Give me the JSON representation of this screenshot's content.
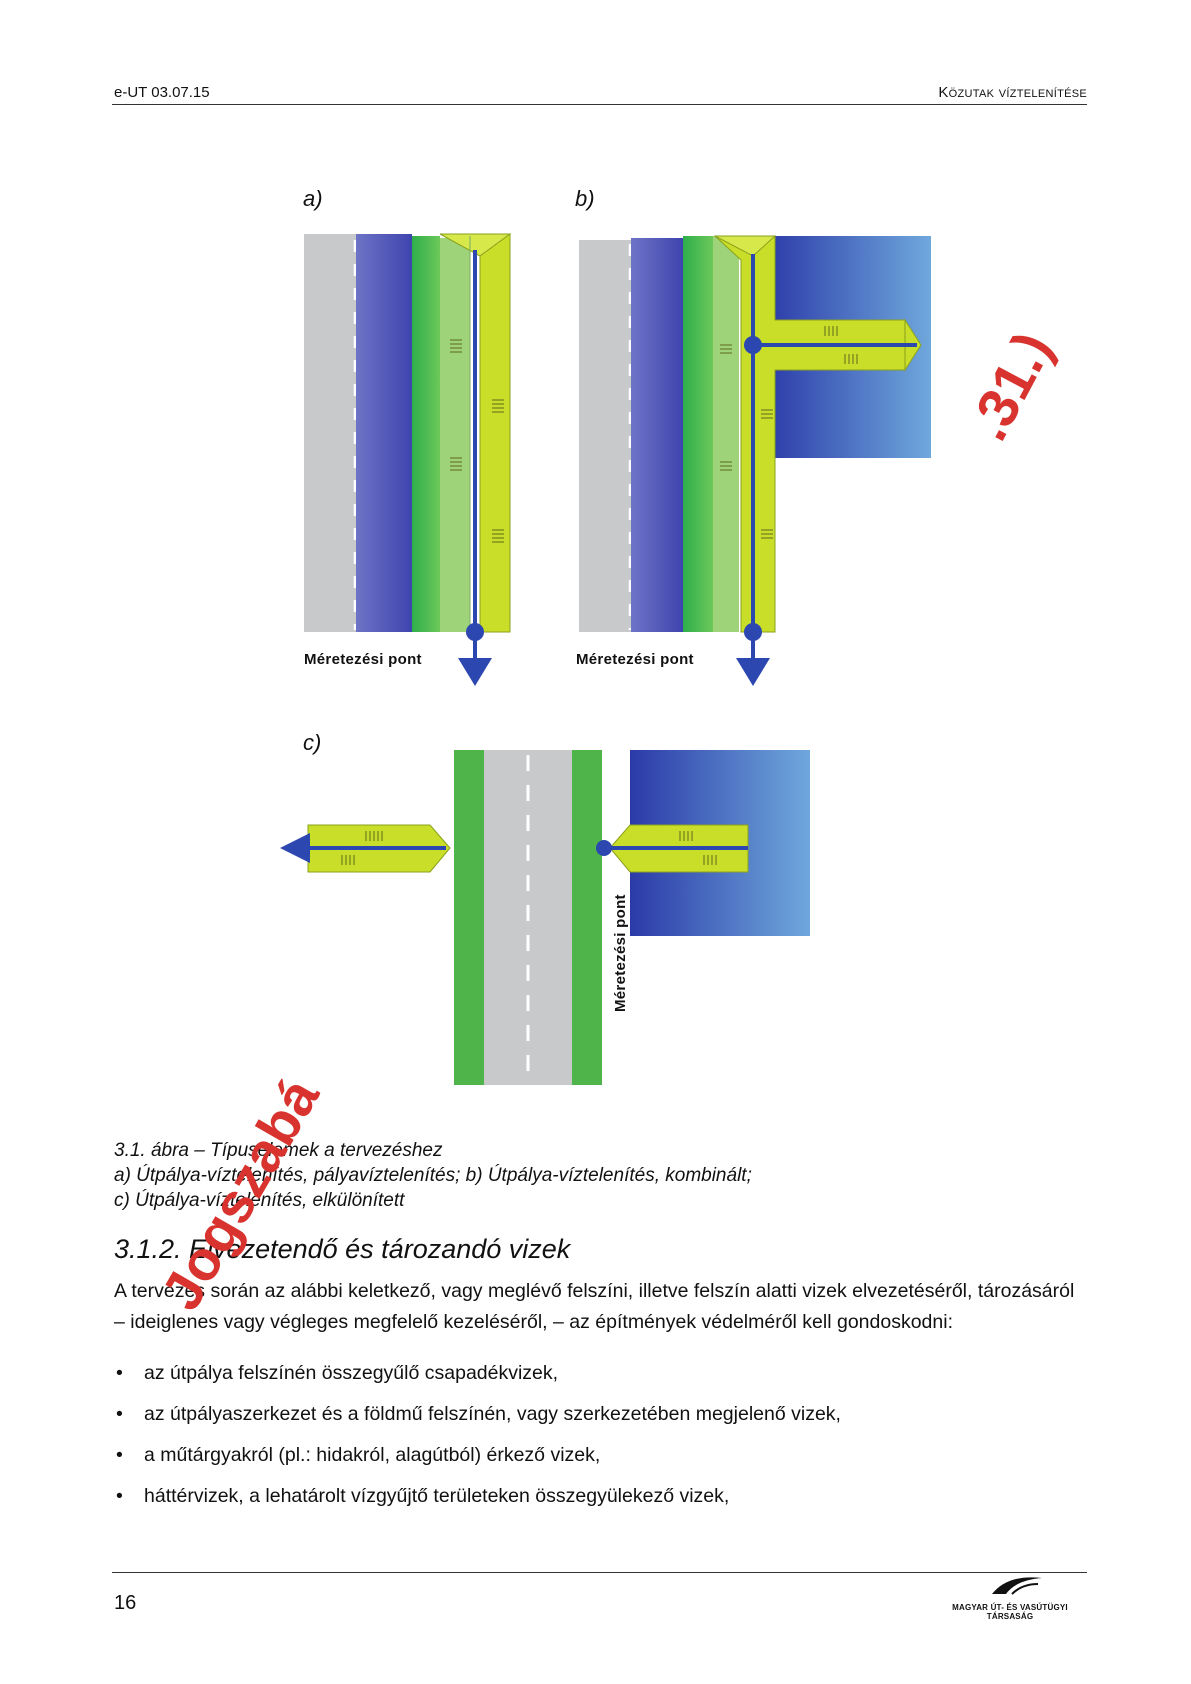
{
  "header": {
    "left": "e-UT 03.07.15",
    "right": "Közutak víztelenítése"
  },
  "figure": {
    "labels": {
      "a": "a)",
      "b": "b)",
      "c": "c)"
    },
    "dimension_point_label": "Méretezési pont"
  },
  "caption": {
    "line1": "3.1. ábra – Típuselemek a tervezéshez",
    "line2": "a) Útpálya-víztelenítés, pályavíztelenítés; b) Útpálya-víztelenítés, kombinált;",
    "line3": "c) Útpálya-víztelenítés, elkülönített"
  },
  "section": {
    "heading": "3.1.2. Elvezetendő és tározandó vizek",
    "paragraph": "A tervezés során az alábbi keletkező, vagy meglévő felszíni, illetve felszín alatti vizek elvezetéséről, tározásáról – ideiglenes vagy végleges megfelelő kezeléséről, – az építmények védelméről kell gondoskodni:",
    "bullets": [
      "az útpálya felszínén összegyűlő csapadékvizek,",
      "az útpályaszerkezet és a földmű felszínén, vagy szerkezetében megjelenő vizek,",
      "a műtárgyakról (pl.: hidakról, alagútból) érkező vizek,",
      "háttérvizek, a lehatárolt vízgyűjtő területeken összegyülekező vizek,"
    ]
  },
  "footer": {
    "page_number": "16",
    "logo_text": "MAGYAR ÚT- ÉS VASÚTÜGYI TÁRSASÁG"
  },
  "watermark": {
    "text_top": ".31.)",
    "text_left": "Jogszabá"
  },
  "colors": {
    "road_grey": "#c8c9cb",
    "lane_blue": "#4a54b8",
    "verge_green": "#45b94a",
    "light_green": "#9fd37a",
    "lime": "#c9de28",
    "water_blue": "#2f4fb3",
    "watermark_red": "#d8332e"
  }
}
